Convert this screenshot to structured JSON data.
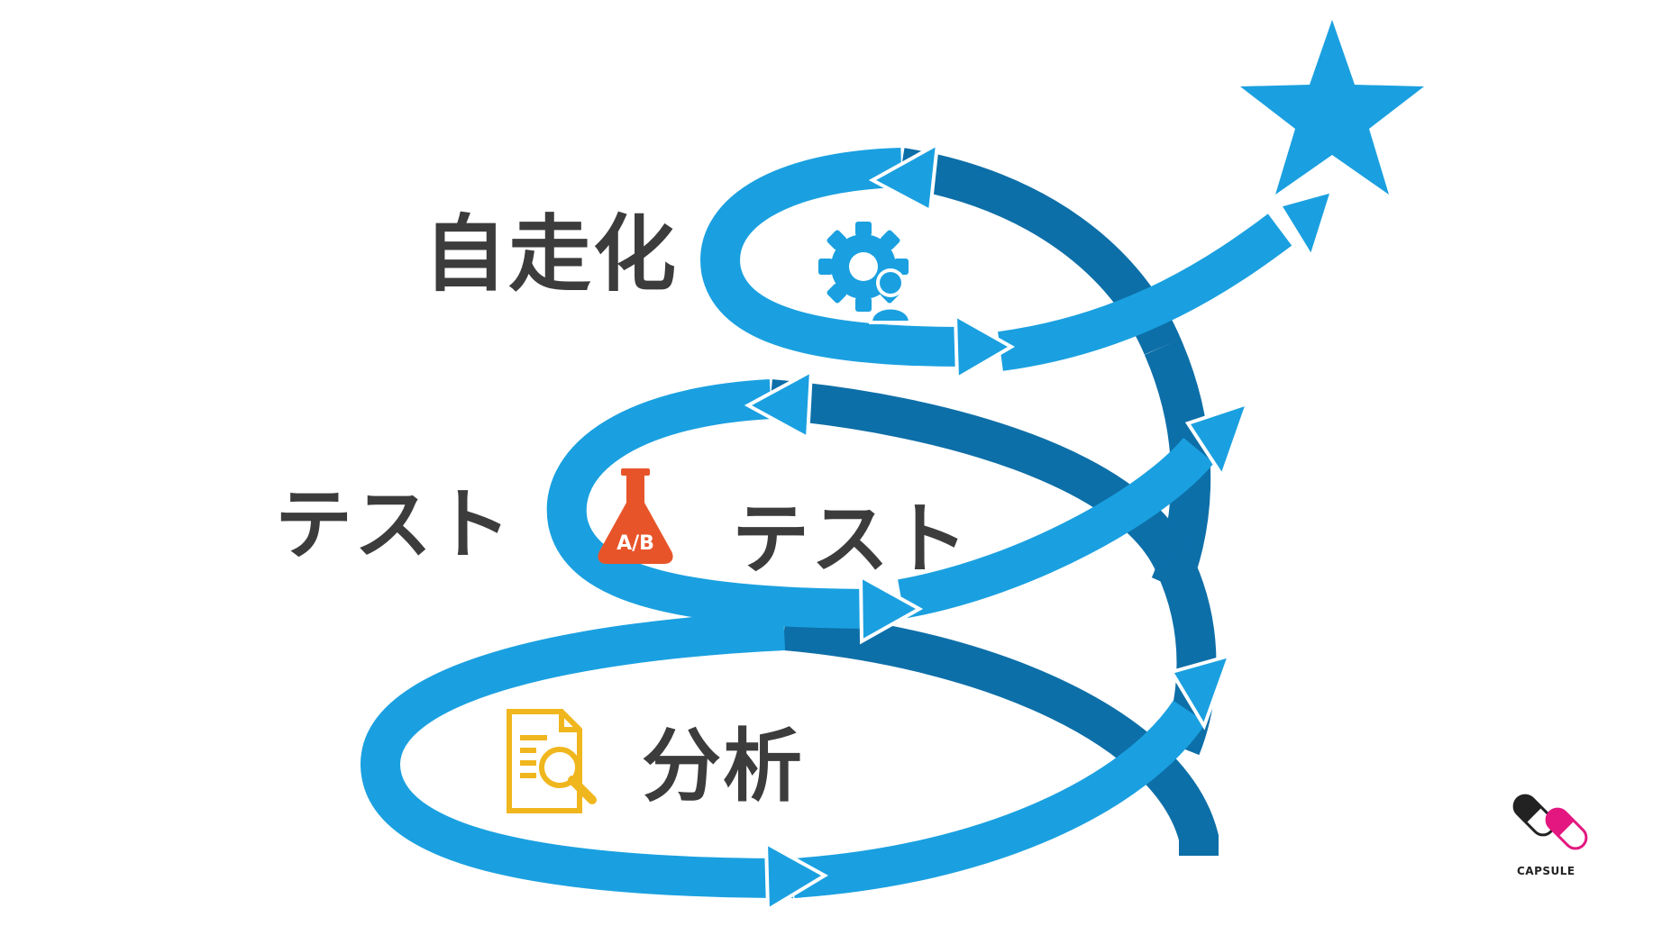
{
  "labels": {
    "automation": "自走化",
    "test_left": "テスト",
    "ab_test": "テスト",
    "analysis": "分析"
  },
  "ab_icon_text": "A/B",
  "brand": {
    "name": "CAPSULE"
  },
  "colors": {
    "spiral": "#1aa0e0",
    "spiral_shadow": "#0d6fa8",
    "star": "#1aa0e0",
    "label_text": "#3c3c3c",
    "flask": "#e8542a",
    "document_icon": "#f0b61e",
    "capsule_pink": "#e3177f"
  },
  "icons": [
    "gear-user-icon",
    "flask-ab-icon",
    "document-search-icon",
    "star-icon",
    "capsule-logo-icon"
  ]
}
